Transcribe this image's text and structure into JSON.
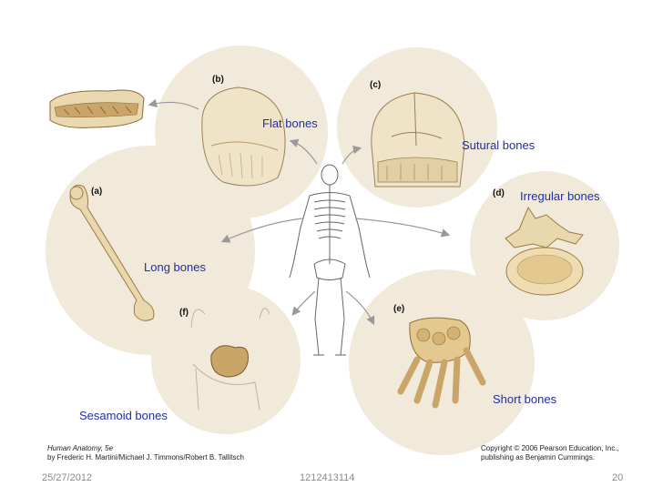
{
  "labels": {
    "flat": "Flat bones",
    "sutural": "Sutural bones",
    "irregular": "Irregular bones",
    "long": "Long bones",
    "short": "Short bones",
    "sesamoid": "Sesamoid bones"
  },
  "panel_tags": {
    "a": "(a)",
    "b": "(b)",
    "c": "(c)",
    "d": "(d)",
    "e": "(e)",
    "f": "(f)"
  },
  "credit_left": {
    "book": "Human Anatomy, 5e",
    "authors": "by Frederic H. Martini/Michael J. Timmons/Robert B. Tallitsch"
  },
  "credit_right": {
    "line1": "Copyright © 2006 Pearson Education, Inc.,",
    "line2": "publishing as Benjamin Cummings."
  },
  "footer": {
    "date": "25/27/2012",
    "code": "1212413114",
    "page": "20"
  },
  "colors": {
    "label_blue": "#1f2fa8",
    "circle_fill": "#f1e9d9",
    "bone": "#e9d7ae",
    "bone_dark": "#b8975a"
  }
}
